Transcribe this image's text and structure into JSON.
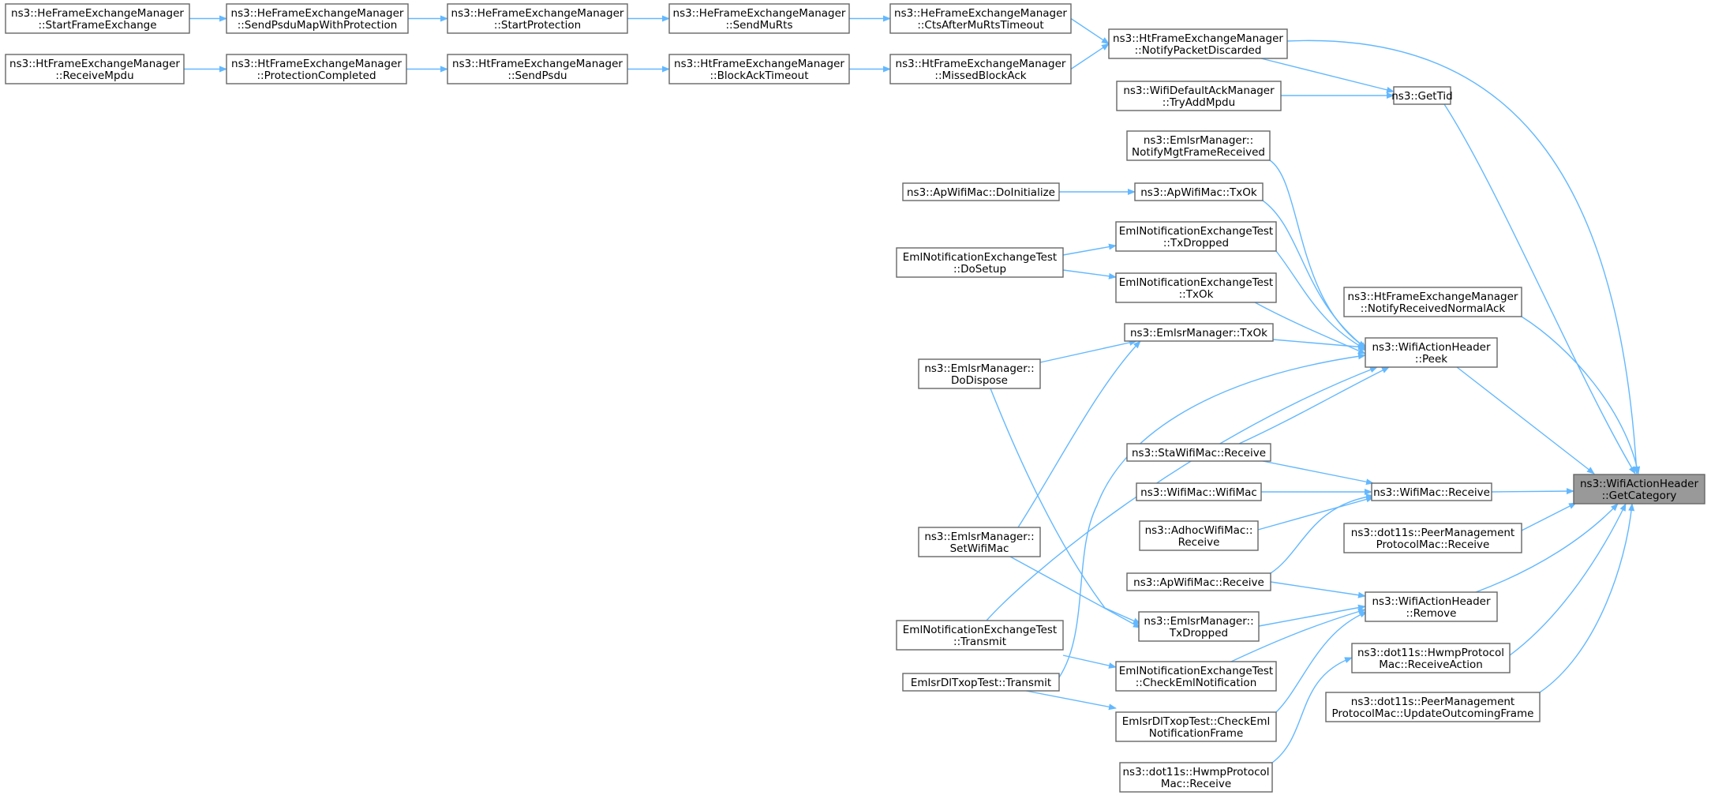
{
  "title": "ns3::WifiActionHeader::GetCategory",
  "colors": {
    "edge": "#63b8ff",
    "node_border": "#666666",
    "highlight_fill": "#999999",
    "node_fill": "#ffffff"
  },
  "nodes": [
    {
      "id": "n_he_sfe",
      "lines": [
        "ns3::HeFrameExchangeManager",
        "::StartFrameExchange"
      ]
    },
    {
      "id": "n_he_spm",
      "lines": [
        "ns3::HeFrameExchangeManager",
        "::SendPsduMapWithProtection"
      ]
    },
    {
      "id": "n_he_sp",
      "lines": [
        "ns3::HeFrameExchangeManager",
        "::StartProtection"
      ]
    },
    {
      "id": "n_he_smr",
      "lines": [
        "ns3::HeFrameExchangeManager",
        "::SendMuRts"
      ]
    },
    {
      "id": "n_he_cts",
      "lines": [
        "ns3::HeFrameExchangeManager",
        "::CtsAfterMuRtsTimeout"
      ]
    },
    {
      "id": "n_ht_npd",
      "lines": [
        "ns3::HtFrameExchangeManager",
        "::NotifyPacketDiscarded"
      ]
    },
    {
      "id": "n_ht_rm",
      "lines": [
        "ns3::HtFrameExchangeManager",
        "::ReceiveMpdu"
      ]
    },
    {
      "id": "n_ht_pc",
      "lines": [
        "ns3::HtFrameExchangeManager",
        "::ProtectionCompleted"
      ]
    },
    {
      "id": "n_ht_sp",
      "lines": [
        "ns3::HtFrameExchangeManager",
        "::SendPsdu"
      ]
    },
    {
      "id": "n_ht_bat",
      "lines": [
        "ns3::HtFrameExchangeManager",
        "::BlockAckTimeout"
      ]
    },
    {
      "id": "n_ht_mba",
      "lines": [
        "ns3::HtFrameExchangeManager",
        "::MissedBlockAck"
      ]
    },
    {
      "id": "n_dam",
      "lines": [
        "ns3::WifiDefaultAckManager",
        "::TryAddMpdu"
      ]
    },
    {
      "id": "n_gettid",
      "lines": [
        "ns3::GetTid"
      ]
    },
    {
      "id": "n_em_nmf",
      "lines": [
        "ns3::EmlsrManager::",
        "NotifyMgtFrameReceived"
      ]
    },
    {
      "id": "n_ap_init",
      "lines": [
        "ns3::ApWifiMac::DoInitialize"
      ]
    },
    {
      "id": "n_ap_txok",
      "lines": [
        "ns3::ApWifiMac::TxOk"
      ]
    },
    {
      "id": "n_ent_txd",
      "lines": [
        "EmlNotificationExchangeTest",
        "::TxDropped"
      ]
    },
    {
      "id": "n_ent_ds",
      "lines": [
        "EmlNotificationExchangeTest",
        "::DoSetup"
      ]
    },
    {
      "id": "n_ent_txok",
      "lines": [
        "EmlNotificationExchangeTest",
        "::TxOk"
      ]
    },
    {
      "id": "n_ht_nrna",
      "lines": [
        "ns3::HtFrameExchangeManager",
        "::NotifyReceivedNormalAck"
      ]
    },
    {
      "id": "n_em_txok",
      "lines": [
        "ns3::EmlsrManager::TxOk"
      ]
    },
    {
      "id": "n_wah_peek",
      "lines": [
        "ns3::WifiActionHeader",
        "::Peek"
      ]
    },
    {
      "id": "n_em_dd",
      "lines": [
        "ns3::EmlsrManager::",
        "DoDispose"
      ]
    },
    {
      "id": "n_sta_rx",
      "lines": [
        "ns3::StaWifiMac::Receive"
      ]
    },
    {
      "id": "n_wm_wm",
      "lines": [
        "ns3::WifiMac::WifiMac"
      ]
    },
    {
      "id": "n_wm_rx",
      "lines": [
        "ns3::WifiMac::Receive"
      ]
    },
    {
      "id": "n_getcat",
      "lines": [
        "ns3::WifiActionHeader",
        "::GetCategory"
      ],
      "highlight": true
    },
    {
      "id": "n_adhoc_rx",
      "lines": [
        "ns3::AdhocWifiMac::",
        "Receive"
      ]
    },
    {
      "id": "n_pm_rx",
      "lines": [
        "ns3::dot11s::PeerManagement",
        "ProtocolMac::Receive"
      ]
    },
    {
      "id": "n_em_swm",
      "lines": [
        "ns3::EmlsrManager::",
        "SetWifiMac"
      ]
    },
    {
      "id": "n_ap_rx",
      "lines": [
        "ns3::ApWifiMac::Receive"
      ]
    },
    {
      "id": "n_wah_rm",
      "lines": [
        "ns3::WifiActionHeader",
        "::Remove"
      ]
    },
    {
      "id": "n_ent_tr",
      "lines": [
        "EmlNotificationExchangeTest",
        "::Transmit"
      ]
    },
    {
      "id": "n_em_txd",
      "lines": [
        "ns3::EmlsrManager::",
        "TxDropped"
      ]
    },
    {
      "id": "n_hwmp_ra",
      "lines": [
        "ns3::dot11s::HwmpProtocol",
        "Mac::ReceiveAction"
      ]
    },
    {
      "id": "n_edt_tr",
      "lines": [
        "EmlsrDlTxopTest::Transmit"
      ]
    },
    {
      "id": "n_ent_cen",
      "lines": [
        "EmlNotificationExchangeTest",
        "::CheckEmlNotification"
      ]
    },
    {
      "id": "n_pm_uof",
      "lines": [
        "ns3::dot11s::PeerManagement",
        "ProtocolMac::UpdateOutcomingFrame"
      ]
    },
    {
      "id": "n_edt_cenf",
      "lines": [
        "EmlsrDlTxopTest::CheckEml",
        "NotificationFrame"
      ]
    },
    {
      "id": "n_hwmp_rx",
      "lines": [
        "ns3::dot11s::HwmpProtocol",
        "Mac::Receive"
      ]
    }
  ]
}
